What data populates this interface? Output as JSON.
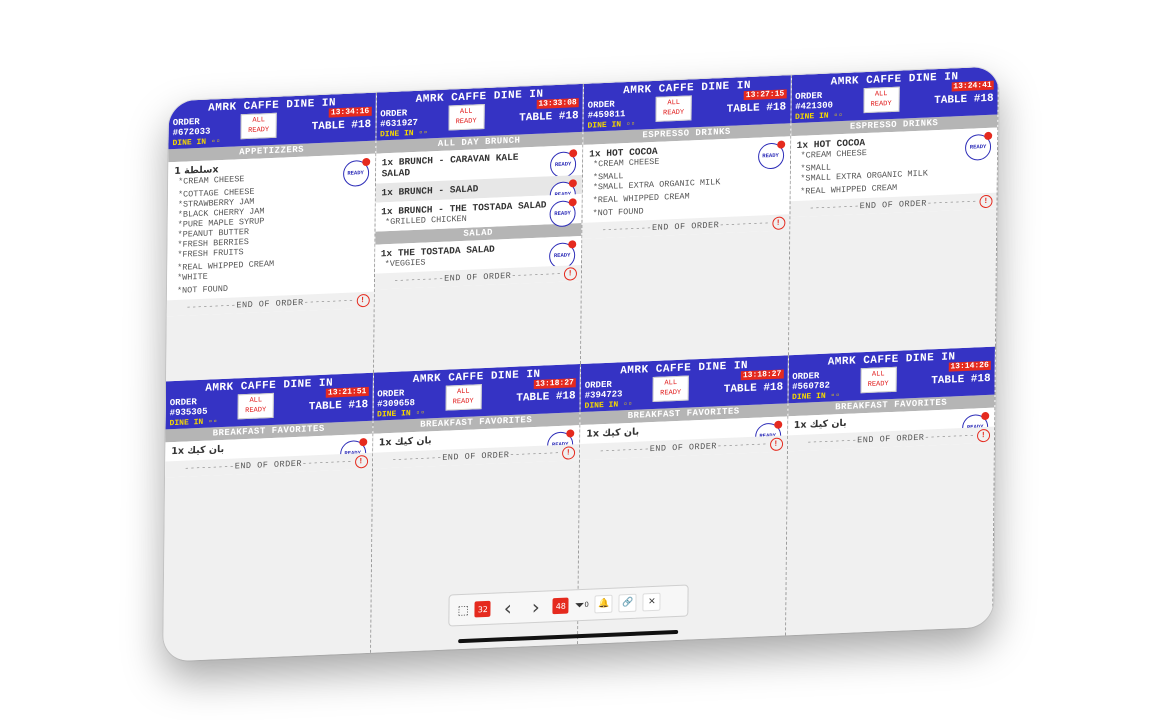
{
  "toolbar": {
    "left_count": "32",
    "right_count": "48",
    "filter_count": "0",
    "icons": [
      "select-icon",
      "prev-arrow-icon",
      "next-arrow-icon",
      "filter-icon",
      "bell-icon",
      "link-icon",
      "close-icon"
    ]
  },
  "labels": {
    "title": "AMRK CAFFE DINE IN",
    "order": "ORDER",
    "all_ready": "ALL READY",
    "table": "TABLE #18",
    "dine_in": "DINE IN",
    "ready": "READY",
    "end_of_order": "END OF ORDER"
  },
  "tickets": [
    {
      "order_no": "#672033",
      "time": "13:34:16",
      "sections": [
        {
          "name": "APPETIZZERS",
          "items": [
            {
              "name": "سلطة 1x",
              "mods": [
                "*CREAM CHEESE",
                "*COTTAGE CHEESE",
                "*STRAWBERRY JAM",
                "*BLACK CHERRY JAM",
                "*PURE MAPLE SYRUP",
                "*PEANUT BUTTER",
                "*FRESH BERRIES",
                "*FRESH FRUITS",
                "*REAL WHIPPED CREAM",
                "*WHITE",
                "*NOT FOUND"
              ]
            }
          ]
        }
      ]
    },
    {
      "order_no": "#631927",
      "time": "13:33:08",
      "sections": [
        {
          "name": "ALL DAY BRUNCH",
          "items": [
            {
              "name": "1x BRUNCH - CARAVAN KALE SALAD",
              "mods": []
            },
            {
              "name": "1x BRUNCH - SALAD",
              "mods": []
            },
            {
              "name": "1x BRUNCH - THE TOSTADA SALAD",
              "mods": [
                "*GRILLED CHICKEN"
              ]
            }
          ]
        },
        {
          "name": "SALAD",
          "items": [
            {
              "name": "1x THE TOSTADA SALAD",
              "mods": [
                "*VEGGIES"
              ]
            }
          ]
        }
      ]
    },
    {
      "order_no": "#459811",
      "time": "13:27:15",
      "sections": [
        {
          "name": "ESPRESSO DRINKS",
          "items": [
            {
              "name": "1x HOT COCOA",
              "mods": [
                "*CREAM CHEESE",
                "*SMALL",
                "*SMALL EXTRA ORGANIC MILK",
                "*REAL WHIPPED CREAM",
                "*NOT FOUND"
              ]
            }
          ]
        }
      ]
    },
    {
      "order_no": "#421300",
      "time": "13:24:41",
      "sections": [
        {
          "name": "ESPRESSO DRINKS",
          "items": [
            {
              "name": "1x HOT COCOA",
              "mods": [
                "*CREAM CHEESE",
                "*SMALL",
                "*SMALL EXTRA ORGANIC MILK",
                "*REAL WHIPPED CREAM"
              ]
            }
          ]
        }
      ]
    },
    {
      "order_no": "#935305",
      "time": "13:21:51",
      "sections": [
        {
          "name": "BREAKFAST FAVORITES",
          "items": [
            {
              "name": "1x بان كيك",
              "mods": []
            }
          ]
        }
      ]
    },
    {
      "order_no": "#309658",
      "time": "13:18:27",
      "sections": [
        {
          "name": "BREAKFAST FAVORITES",
          "items": [
            {
              "name": "1x بان كيك",
              "mods": []
            }
          ]
        }
      ]
    },
    {
      "order_no": "#394723",
      "time": "13:18:27",
      "sections": [
        {
          "name": "BREAKFAST FAVORITES",
          "items": [
            {
              "name": "1x بان كيك",
              "mods": []
            }
          ]
        }
      ]
    },
    {
      "order_no": "#560782",
      "time": "13:14:26",
      "sections": [
        {
          "name": "BREAKFAST FAVORITES",
          "items": [
            {
              "name": "1x بان كيك",
              "mods": []
            }
          ]
        }
      ]
    }
  ]
}
